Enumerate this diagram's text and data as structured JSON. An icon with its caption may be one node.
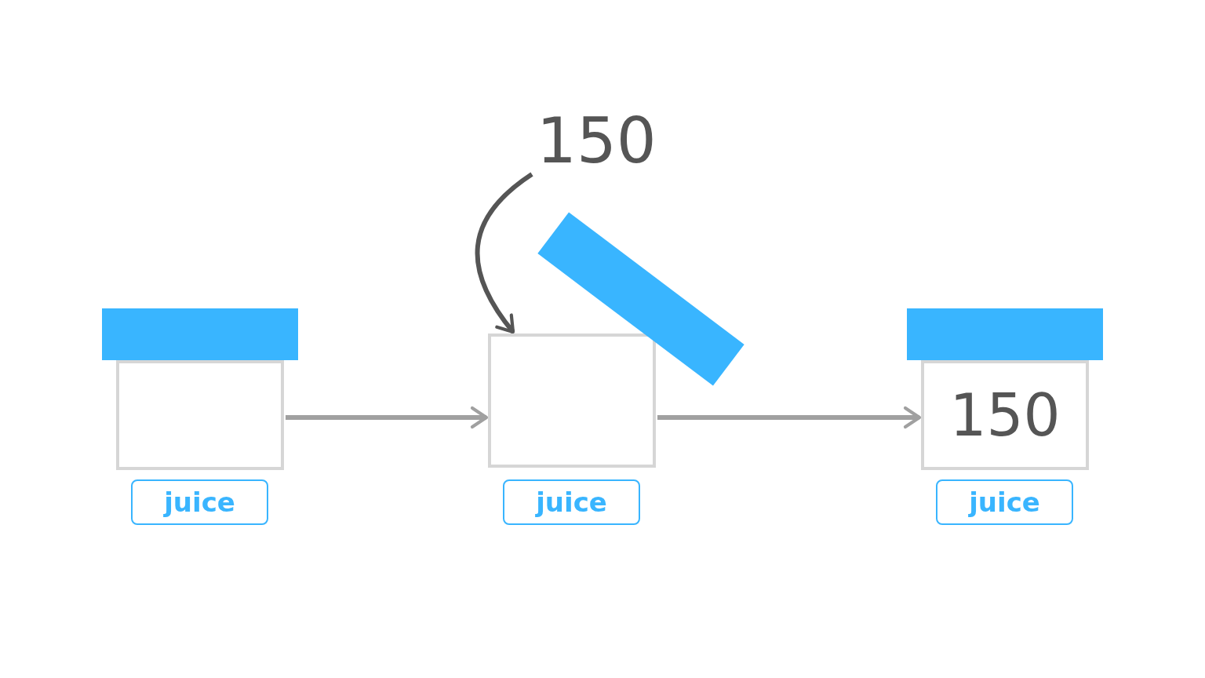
{
  "diagram": {
    "nodes": [
      {
        "text": [],
        "shape": "box",
        "beside": [
          "juice"
        ]
      },
      {
        "text": [
          "150"
        ]
      },
      {
        "text": [],
        "shape": "box",
        "beside": [
          "juice"
        ]
      },
      {
        "text": [
          "150"
        ],
        "beside": [
          "juice"
        ]
      }
    ],
    "edges": [
      {
        "from": 0,
        "to": 2,
        "arrow": "to"
      },
      {
        "from": 1,
        "to": 2,
        "arrow": "to",
        "color": "#555555"
      },
      {
        "from": 2,
        "to": 3,
        "arrow": "to"
      }
    ]
  }
}
